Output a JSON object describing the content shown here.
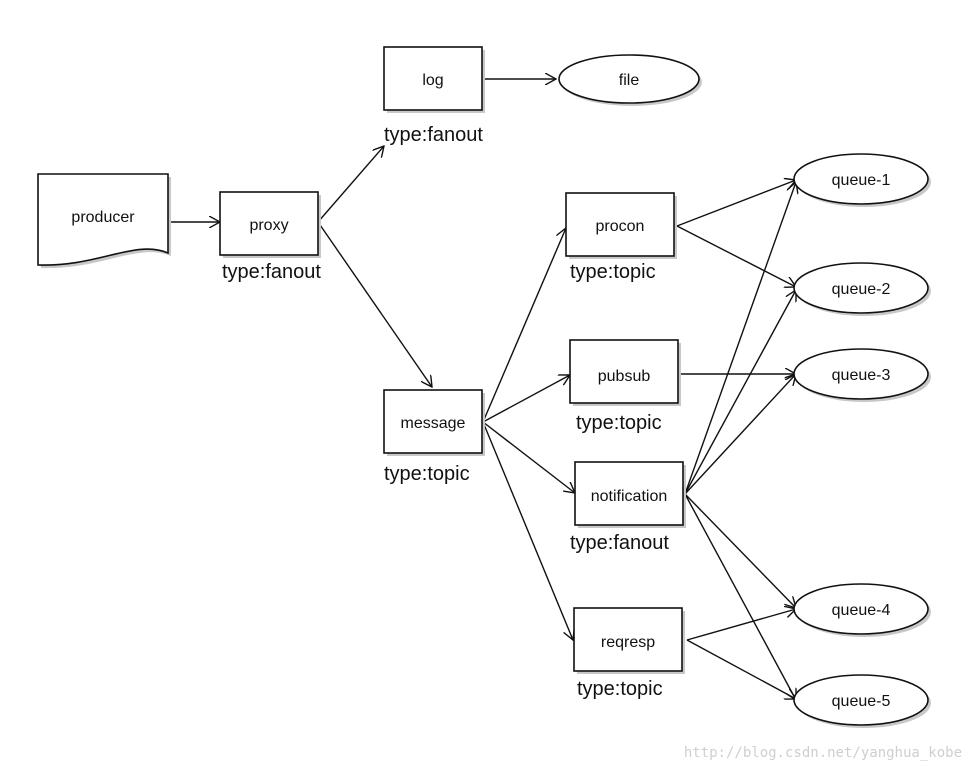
{
  "nodes": {
    "producer": "producer",
    "proxy": "proxy",
    "log": "log",
    "file": "file",
    "message": "message",
    "procon": "procon",
    "pubsub": "pubsub",
    "notification": "notification",
    "reqresp": "reqresp",
    "queue1": "queue-1",
    "queue2": "queue-2",
    "queue3": "queue-3",
    "queue4": "queue-4",
    "queue5": "queue-5"
  },
  "types": {
    "proxy": "type:fanout",
    "log": "type:fanout",
    "message": "type:topic",
    "procon": "type:topic",
    "pubsub": "type:topic",
    "notification": "type:fanout",
    "reqresp": "type:topic"
  },
  "watermark": "http://blog.csdn.net/yanghua_kobe",
  "colors": {
    "stroke": "#111111",
    "fill": "#ffffff",
    "shadow": "#c8c8c8",
    "watermark": "#cfcfcf"
  }
}
